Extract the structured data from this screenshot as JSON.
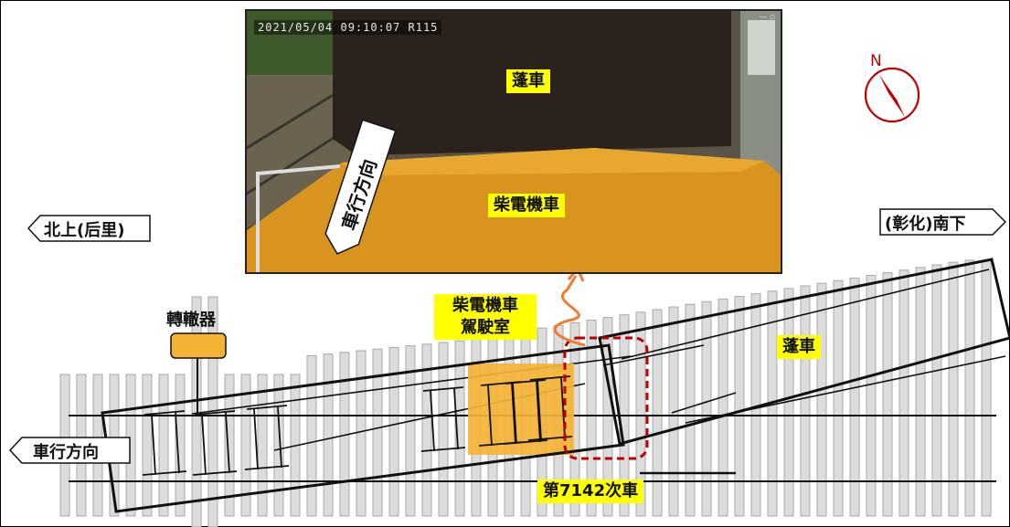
{
  "labels": {
    "north_up": "北上(后里)",
    "south_down": "(彰化)南下",
    "travel_direction": "車行方向",
    "switch_machine": "轉轍器",
    "cab": [
      "柴電機車",
      "駕駛室"
    ],
    "tarp_car": "蓬車",
    "train_number": "第7142次車"
  },
  "photo": {
    "timestamp": "2021/05/04 09:10:07 R115",
    "tarp_car": "蓬車",
    "locomotive": "柴電機車",
    "travel_direction": "車行方向",
    "window_controls": "— ▫"
  },
  "compass": {
    "letter": "N"
  },
  "colors": {
    "label_yellow": "#ffff00",
    "cab_orange": "#f5b335",
    "switch_orange": "#f5b335",
    "dashed_red": "#c00000",
    "arrow_orange": "#ed7d31",
    "compass_red": "#c00000"
  }
}
